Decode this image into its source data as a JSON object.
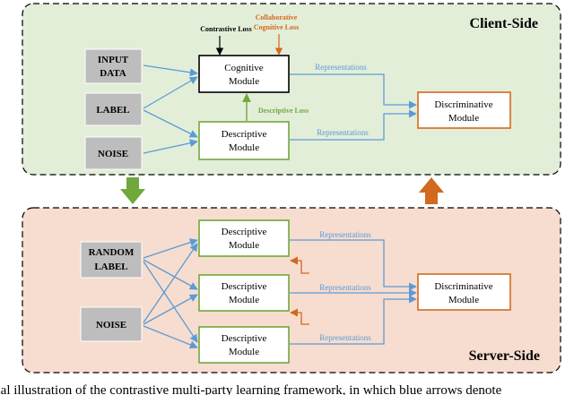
{
  "client": {
    "title": "Client-Side",
    "inputs": {
      "input_data": [
        "INPUT",
        "DATA"
      ],
      "label": "LABEL",
      "noise": "NOISE"
    },
    "cognitive_module": [
      "Cognitive",
      "Module"
    ],
    "descriptive_module": [
      "Descriptive",
      "Module"
    ],
    "discriminative_module": [
      "Discriminative",
      "Module"
    ],
    "contrastive_loss": "Contrastive Loss",
    "collaborative_loss": [
      "Collaborative",
      "Cognitive Loss"
    ],
    "descriptive_loss": "Descriptive Loss",
    "representations_top": "Representations",
    "representations_bottom": "Representations"
  },
  "server": {
    "title": "Server-Side",
    "inputs": {
      "random_label": [
        "RANDOM",
        "LABEL"
      ],
      "noise": "NOISE"
    },
    "descriptive_modules": [
      [
        "Descriptive",
        "Module"
      ],
      [
        "Descriptive",
        "Module"
      ],
      [
        "Descriptive",
        "Module"
      ]
    ],
    "discriminative_module": [
      "Discriminative",
      "Module"
    ],
    "representations": [
      "Representations",
      "Representations",
      "Representations"
    ]
  },
  "caption": "cal illustration of the contrastive multi-party learning framework, in which blue arrows denote",
  "colors": {
    "client_bg": "#e3eed9",
    "server_bg": "#f7ddd0",
    "gray_box": "#bdbdbd",
    "green": "#70a83c",
    "orange": "#d2691e",
    "blue_arrow": "#5b9bd5"
  }
}
